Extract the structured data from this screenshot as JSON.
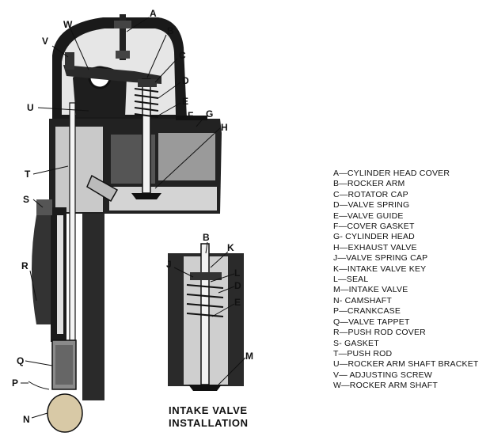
{
  "callouts": {
    "A": "A",
    "B": "B",
    "C": "C",
    "D": "D",
    "E": "E",
    "F": "F",
    "G": "G",
    "H": "H",
    "U": "U",
    "V": "V",
    "W": "W",
    "T": "T",
    "S": "S",
    "R": "R",
    "Q": "Q",
    "P": "P",
    "N": "N",
    "B2": "B",
    "K": "K",
    "J": "J",
    "L": "L",
    "D2": "D",
    "E2": "E",
    "M": "M"
  },
  "legend": [
    "A—CYLINDER HEAD COVER",
    "B—ROCKER ARM",
    "C—ROTATOR CAP",
    "D—VALVE SPRING",
    "E—VALVE GUIDE",
    "F—COVER GASKET",
    "G- CYLINDER HEAD",
    "H—EXHAUST VALVE",
    "J—VALVE SPRING CAP",
    "K—INTAKE VALVE KEY",
    "L—SEAL",
    "M—INTAKE VALVE",
    "N- CAMSHAFT",
    "P—CRANKCASE",
    "Q—VALVE TAPPET",
    "R—PUSH ROD COVER",
    "S- GASKET",
    "T—PUSH ROD",
    "U—ROCKER ARM SHAFT BRACKET",
    "V— ADJUSTING SCREW",
    "W—ROCKER ARM SHAFT"
  ],
  "caption": {
    "line1": "INTAKE VALVE",
    "line2": "INSTALLATION"
  }
}
